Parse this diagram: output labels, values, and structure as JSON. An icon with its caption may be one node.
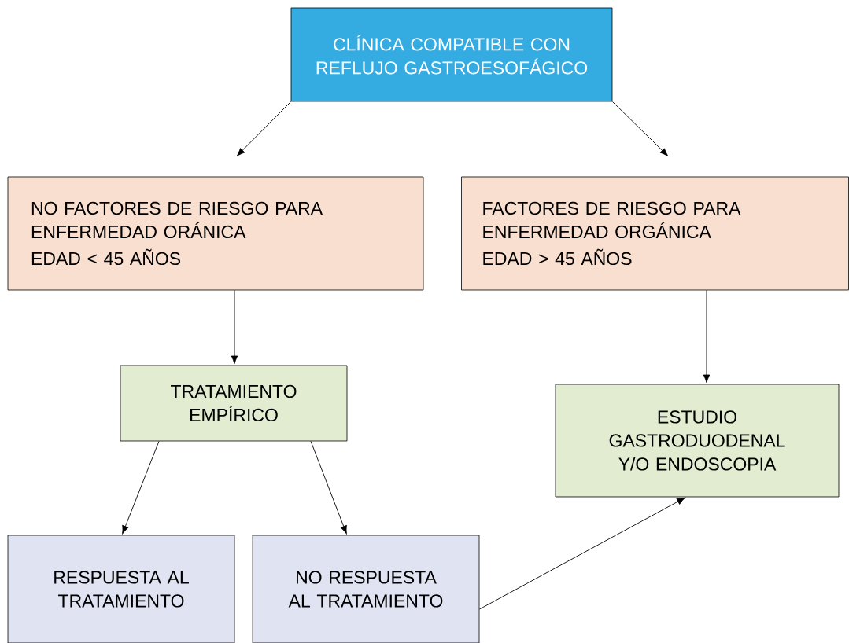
{
  "diagram": {
    "nodes": [
      {
        "text": [
          "CLÍNICA COMPATIBLE CON REFLUJO GASTROESOFÁGICO"
        ]
      },
      {
        "text": [
          "NO FACTORES DE RIESGO PARA ENFERMEDAD ORÁNICA",
          "EDAD < 45 AÑOS"
        ]
      },
      {
        "text": [
          "FACTORES DE RIESGO PARA ENFERMEDAD ORGÁNICA",
          "EDAD > 45 AÑOS"
        ]
      },
      {
        "text": [
          "TRATAMIENTO EMPÍRICO"
        ]
      },
      {
        "text": [
          "ESTUDIO GASTRODUODENAL Y/O ENDOSCOPIA"
        ]
      },
      {
        "text": [
          "RESPUESTA AL TRATAMIENTO"
        ]
      },
      {
        "text": [
          "NO RESPUESTA AL TRATAMIENTO"
        ]
      }
    ],
    "edges": [
      {
        "from": 0,
        "to": 1,
        "arrow": "to"
      },
      {
        "from": 0,
        "to": 2,
        "arrow": "to"
      },
      {
        "from": 1,
        "to": 3,
        "arrow": "to"
      },
      {
        "from": 2,
        "to": 4,
        "arrow": "to"
      },
      {
        "from": 3,
        "to": 5,
        "arrow": "to"
      },
      {
        "from": 3,
        "to": 6,
        "arrow": "to"
      },
      {
        "from": 6,
        "to": 4,
        "arrow": "to"
      }
    ]
  }
}
